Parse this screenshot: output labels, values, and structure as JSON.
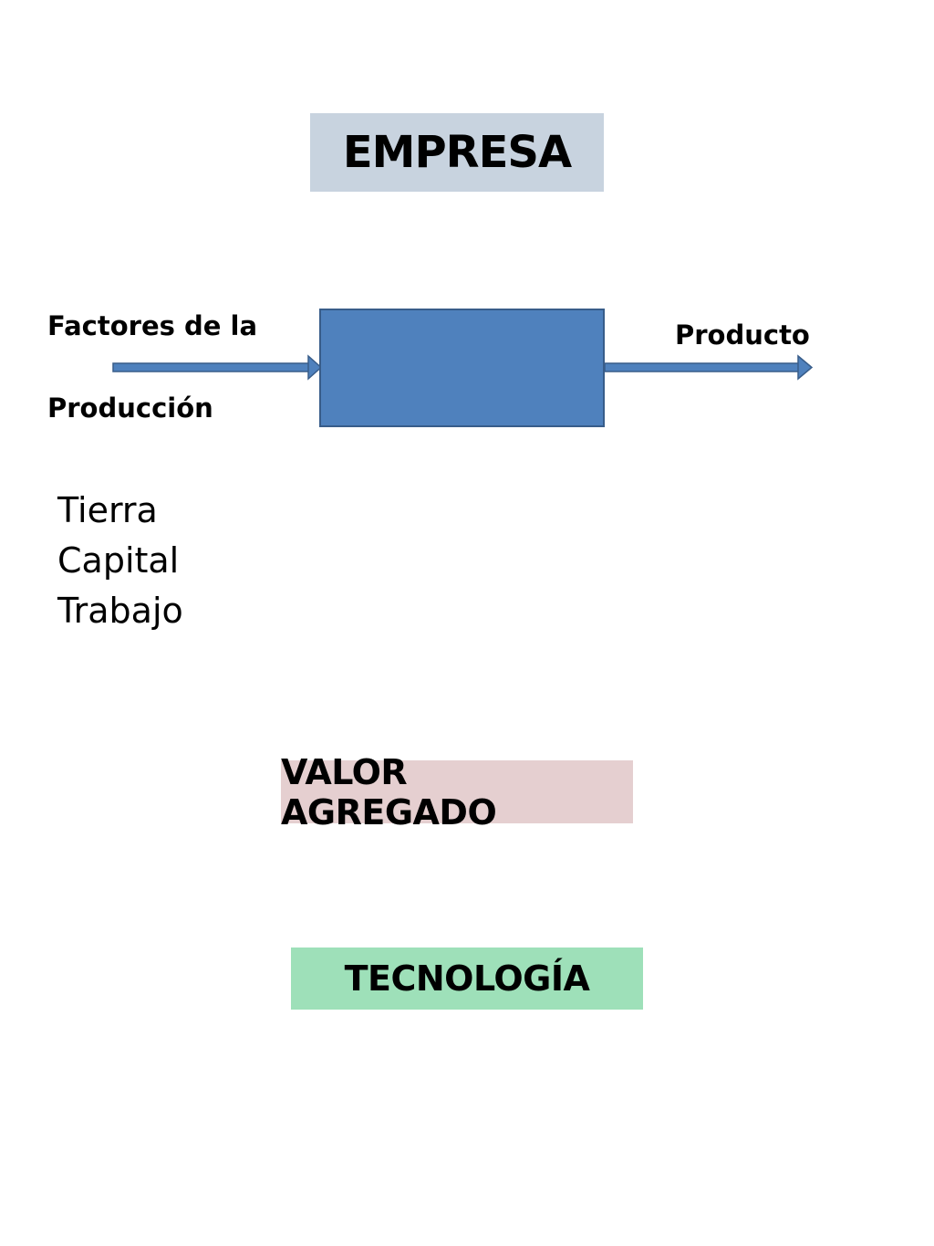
{
  "title": "EMPRESA",
  "diagram": {
    "input_label_line1": "Factores de la",
    "input_label_line2": "Producción",
    "output_label": "Producto",
    "box_color": "#4f81bd",
    "arrow_color": "#4f81bd"
  },
  "inputs": [
    "Tierra",
    "Capital",
    "Trabajo"
  ],
  "concepts": {
    "valor_agregado": "VALOR AGREGADO",
    "tecnologia": "TECNOLOGÍA"
  },
  "colors": {
    "title_bg": "#c8d3df",
    "valor_bg": "#e5cfd0",
    "tecnologia_bg": "#9ee0b9"
  }
}
